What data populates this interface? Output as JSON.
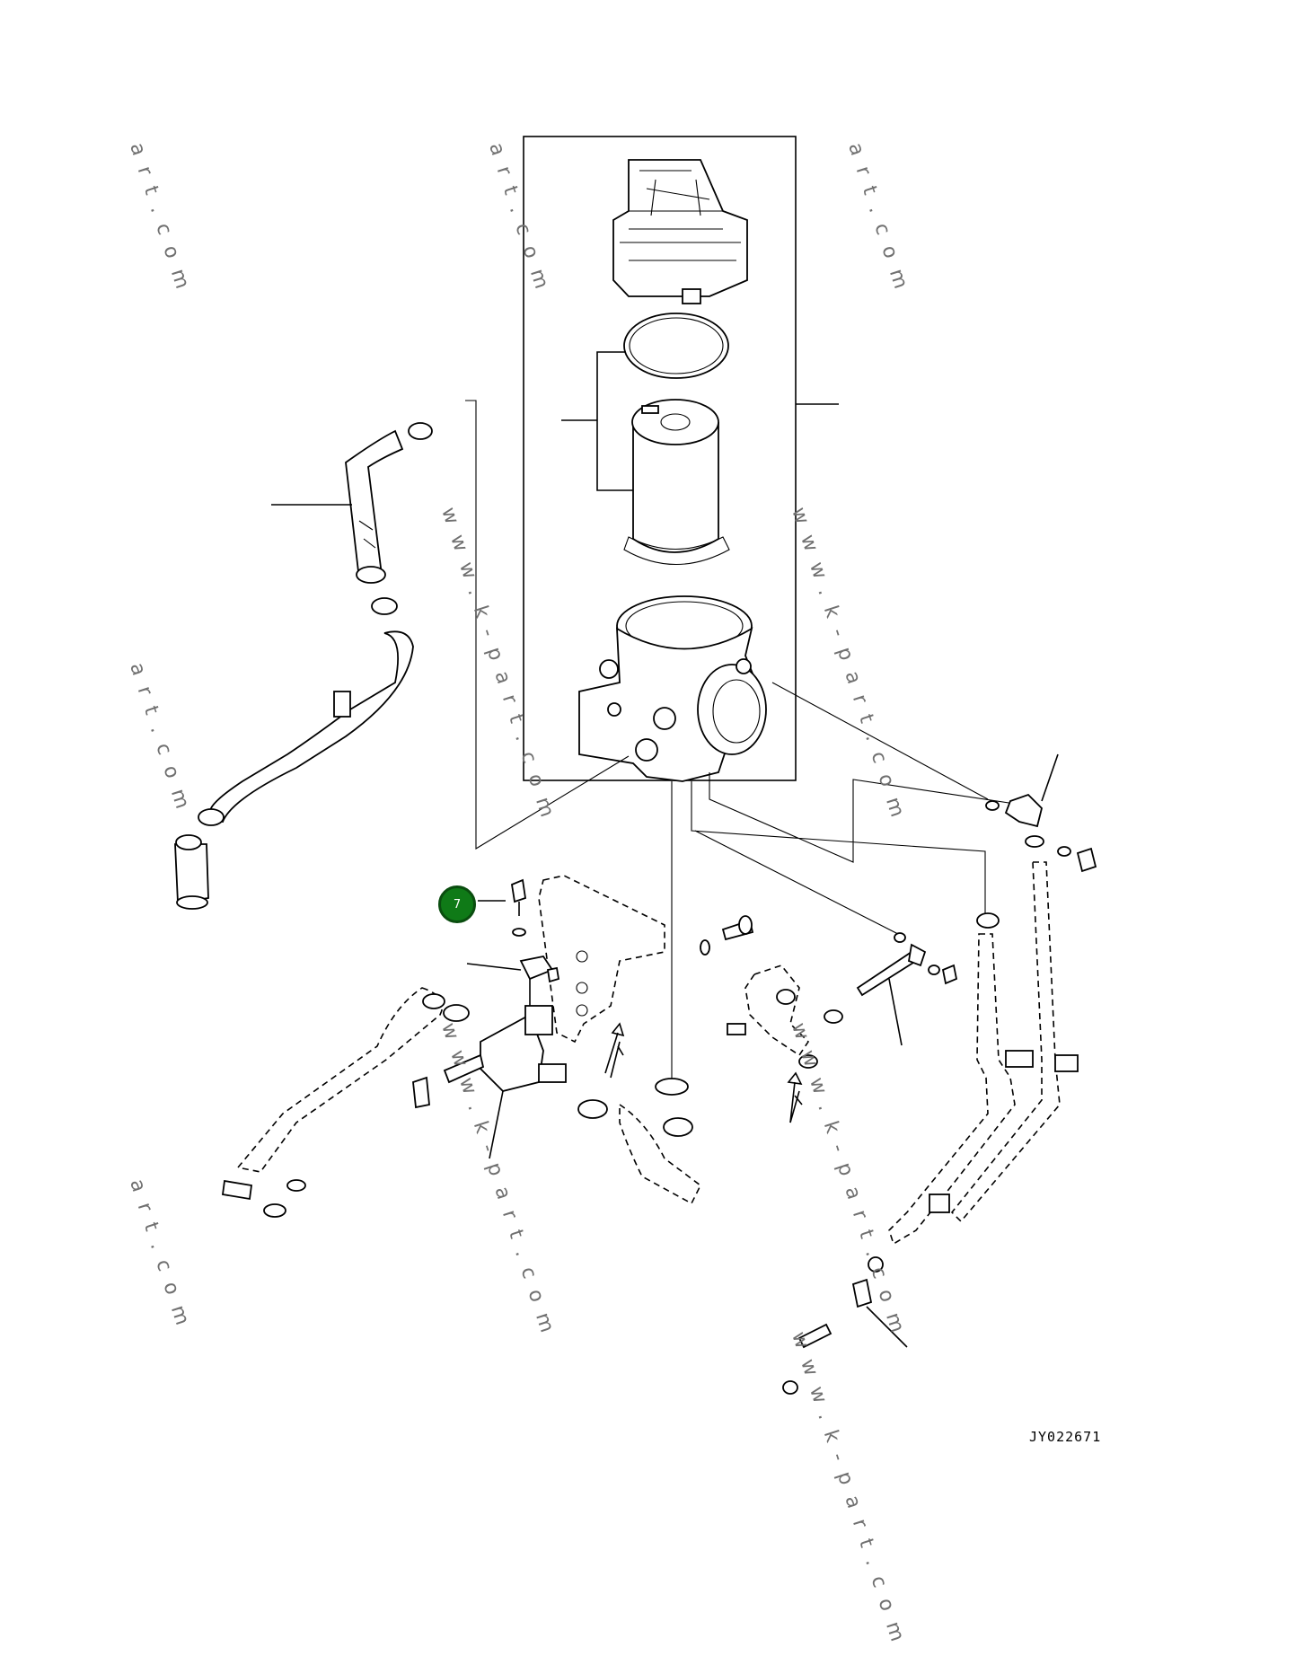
{
  "watermarks": [
    {
      "text": "art.com"
    },
    {
      "text": "art.com"
    },
    {
      "text": "art.com"
    },
    {
      "text": "art.com"
    },
    {
      "text": "art.com"
    },
    {
      "text": "www.k-part.com"
    },
    {
      "text": "www.k-part.com"
    },
    {
      "text": "www.k-part.com"
    },
    {
      "text": "www.k-part.com"
    },
    {
      "text": "www.k-part.com"
    }
  ],
  "drawing_code": "JY022671",
  "callouts": [
    {
      "label": "7",
      "color": "#0f7a17"
    }
  ]
}
